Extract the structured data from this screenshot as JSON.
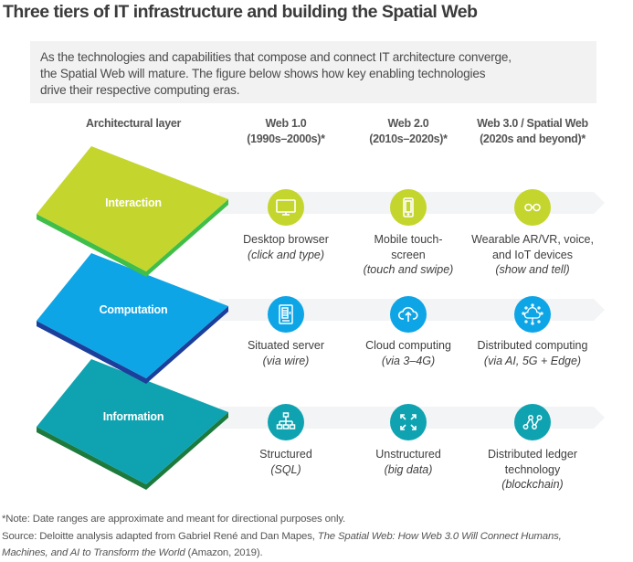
{
  "title": "Three tiers of IT infrastructure and building the Spatial Web",
  "intro": {
    "lines": [
      "As the technologies and capabilities that compose and connect IT architecture converge,",
      "the Spatial Web will mature. The figure below shows how key enabling technologies",
      "drive their respective computing eras."
    ]
  },
  "columns": {
    "layer_header": "Architectural layer",
    "eras": [
      {
        "name": "Web 1.0",
        "range": "(1990s–2000s)*"
      },
      {
        "name": "Web 2.0",
        "range": "(2010s–2020s)*"
      },
      {
        "name": "Web 3.0 / Spatial Web",
        "range": "(2020s and beyond)*"
      }
    ]
  },
  "layers": [
    {
      "label": "Interaction",
      "color": "#c4d62d",
      "edge_color": "#3fbf4a",
      "cells": [
        {
          "icon": "monitor-icon",
          "lines": [
            "Desktop browser"
          ],
          "note": "(click and type)"
        },
        {
          "icon": "smartphone-icon",
          "lines": [
            "Mobile touch-",
            "screen"
          ],
          "note": "(touch and swipe)"
        },
        {
          "icon": "glasses-icon",
          "lines": [
            "Wearable AR/VR, voice,",
            "and IoT devices"
          ],
          "note": "(show and tell)"
        }
      ]
    },
    {
      "label": "Computation",
      "color": "#0ea5e6",
      "edge_color": "#1b3f9a",
      "cells": [
        {
          "icon": "server-icon",
          "lines": [
            "Situated server"
          ],
          "note": "(via wire)"
        },
        {
          "icon": "cloud-upload-icon",
          "lines": [
            "Cloud computing"
          ],
          "note": "(via 3–4G)"
        },
        {
          "icon": "distributed-cloud-icon",
          "lines": [
            "Distributed computing"
          ],
          "note": "(via AI, 5G + Edge)"
        }
      ]
    },
    {
      "label": "Information",
      "color": "#0fa3b1",
      "edge_color": "#1d7a3c",
      "cells": [
        {
          "icon": "hierarchy-icon",
          "lines": [
            "Structured"
          ],
          "note": "(SQL)"
        },
        {
          "icon": "expand-arrows-icon",
          "lines": [
            "Unstructured"
          ],
          "note": "(big data)"
        },
        {
          "icon": "ledger-nodes-icon",
          "lines": [
            "Distributed ledger",
            "technology"
          ],
          "note": "(blockchain)"
        }
      ]
    }
  ],
  "footer": {
    "note": "*Note: Date ranges are approximate and meant for directional purposes only.",
    "source_prefix": "Source: Deloitte analysis adapted from Gabriel René and Dan Mapes, ",
    "source_title_a": "The Spatial Web: How Web 3.0 Will Connect Humans,",
    "source_title_b": "Machines, and AI to Transform the World",
    "source_suffix": " (Amazon, 2019)."
  }
}
